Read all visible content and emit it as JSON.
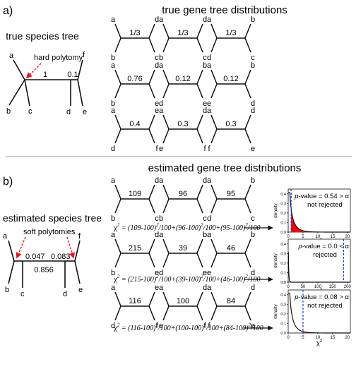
{
  "panel_a": {
    "label": "a)",
    "heading": "true gene tree distributions",
    "species_title": "true species tree",
    "polytomy_label": "hard polytomy",
    "species_tree": {
      "leaves": [
        "a",
        "b",
        "c",
        "d",
        "e",
        "f"
      ],
      "edge_labels": [
        "1",
        "0.1"
      ]
    },
    "gene_rows": [
      [
        {
          "tl": "a",
          "bl": "b",
          "tr": "d",
          "br": "c",
          "value": "1/3"
        },
        {
          "tl": "a",
          "bl": "b",
          "tr": "d",
          "br": "c",
          "value": "1/3"
        },
        {
          "tl": "a",
          "bl": "d",
          "tr": "b",
          "br": "c",
          "value": "1/3"
        }
      ],
      [
        {
          "tl": "a",
          "bl": "b",
          "tr": "d",
          "br": "e",
          "value": "0.76"
        },
        {
          "tl": "a",
          "bl": "d",
          "tr": "b",
          "br": "e",
          "value": "0.12"
        },
        {
          "tl": "a",
          "bl": "e",
          "tr": "b",
          "br": "d",
          "value": "0.12"
        }
      ],
      [
        {
          "tl": "a",
          "bl": "d",
          "tr": "e",
          "br": "f",
          "value": "0.4"
        },
        {
          "tl": "a",
          "bl": "e",
          "tr": "d",
          "br": "f",
          "value": "0.3"
        },
        {
          "tl": "a",
          "bl": "f",
          "tr": "d",
          "br": "e",
          "value": "0.3"
        }
      ]
    ]
  },
  "panel_b": {
    "label": "b)",
    "heading": "estimated gene tree distributions",
    "species_title": "estimated species tree",
    "polytomy_label": "soft polytomies",
    "species_tree": {
      "leaves": [
        "a",
        "b",
        "c",
        "d",
        "e",
        "f"
      ],
      "edge_labels": [
        "0.047",
        "0.083",
        "0.856"
      ]
    },
    "gene_rows": [
      [
        {
          "tl": "a",
          "bl": "b",
          "tr": "d",
          "br": "c",
          "value": "109"
        },
        {
          "tl": "a",
          "bl": "b",
          "tr": "d",
          "br": "c",
          "value": "96"
        },
        {
          "tl": "a",
          "bl": "d",
          "tr": "b",
          "br": "c",
          "value": "95"
        }
      ],
      [
        {
          "tl": "a",
          "bl": "b",
          "tr": "d",
          "br": "e",
          "value": "215"
        },
        {
          "tl": "a",
          "bl": "d",
          "tr": "b",
          "br": "e",
          "value": "39"
        },
        {
          "tl": "a",
          "bl": "e",
          "tr": "b",
          "br": "d",
          "value": "46"
        }
      ],
      [
        {
          "tl": "a",
          "bl": "d",
          "tr": "e",
          "br": "f",
          "value": "116"
        },
        {
          "tl": "a",
          "bl": "e",
          "tr": "d",
          "br": "f",
          "value": "100"
        },
        {
          "tl": "a",
          "bl": "f",
          "tr": "d",
          "br": "e",
          "value": "84"
        }
      ]
    ],
    "chi_formulas": [
      {
        "chi": "χ",
        "pre": " = (109-100)",
        "p1": "/100+(96-100)",
        "p2": "/100+(95-100)",
        "p3": "/100"
      },
      {
        "chi": "χ",
        "pre": " = (215-100)",
        "p1": "/100+(39-100)",
        "p2": "/100+(46-100)",
        "p3": "/100"
      },
      {
        "chi": "χ",
        "pre": " = (116-100)",
        "p1": "/100+(100-100)",
        "p2": "/100+(84-100)",
        "p3": "/100"
      }
    ],
    "exponent": "2",
    "density_plots": [
      {
        "p_prefix": "p",
        "p_text": "-value = 0.54 > α",
        "verdict": "not rejected",
        "statistic": 1.0,
        "color_shade": "#ff0000"
      },
      {
        "p_prefix": "p",
        "p_text": "-value = 0.0 < α",
        "verdict": "rejected",
        "statistic": 187.0,
        "color_shade": "#ff0000"
      },
      {
        "p_prefix": "p",
        "p_text": "-value = 0.08 > α",
        "verdict": "not rejected",
        "statistic": 5.0,
        "color_shade": "#ff0000"
      }
    ],
    "plot_axis": {
      "ylabel": "density",
      "xlabel": "χ",
      "y_ticks": [
        "0.0",
        "0.1",
        "0.2",
        "0.3",
        "0.4"
      ],
      "x_ticks": [
        "0",
        "5",
        "10",
        "15",
        "20"
      ],
      "x_ticks_wide": [
        "0",
        "50",
        "100",
        "150",
        "200"
      ]
    }
  },
  "colors": {
    "arrow": "#e8151b",
    "vline": "#1f3fd6",
    "shade": "#ff0000",
    "line": "#111111"
  }
}
